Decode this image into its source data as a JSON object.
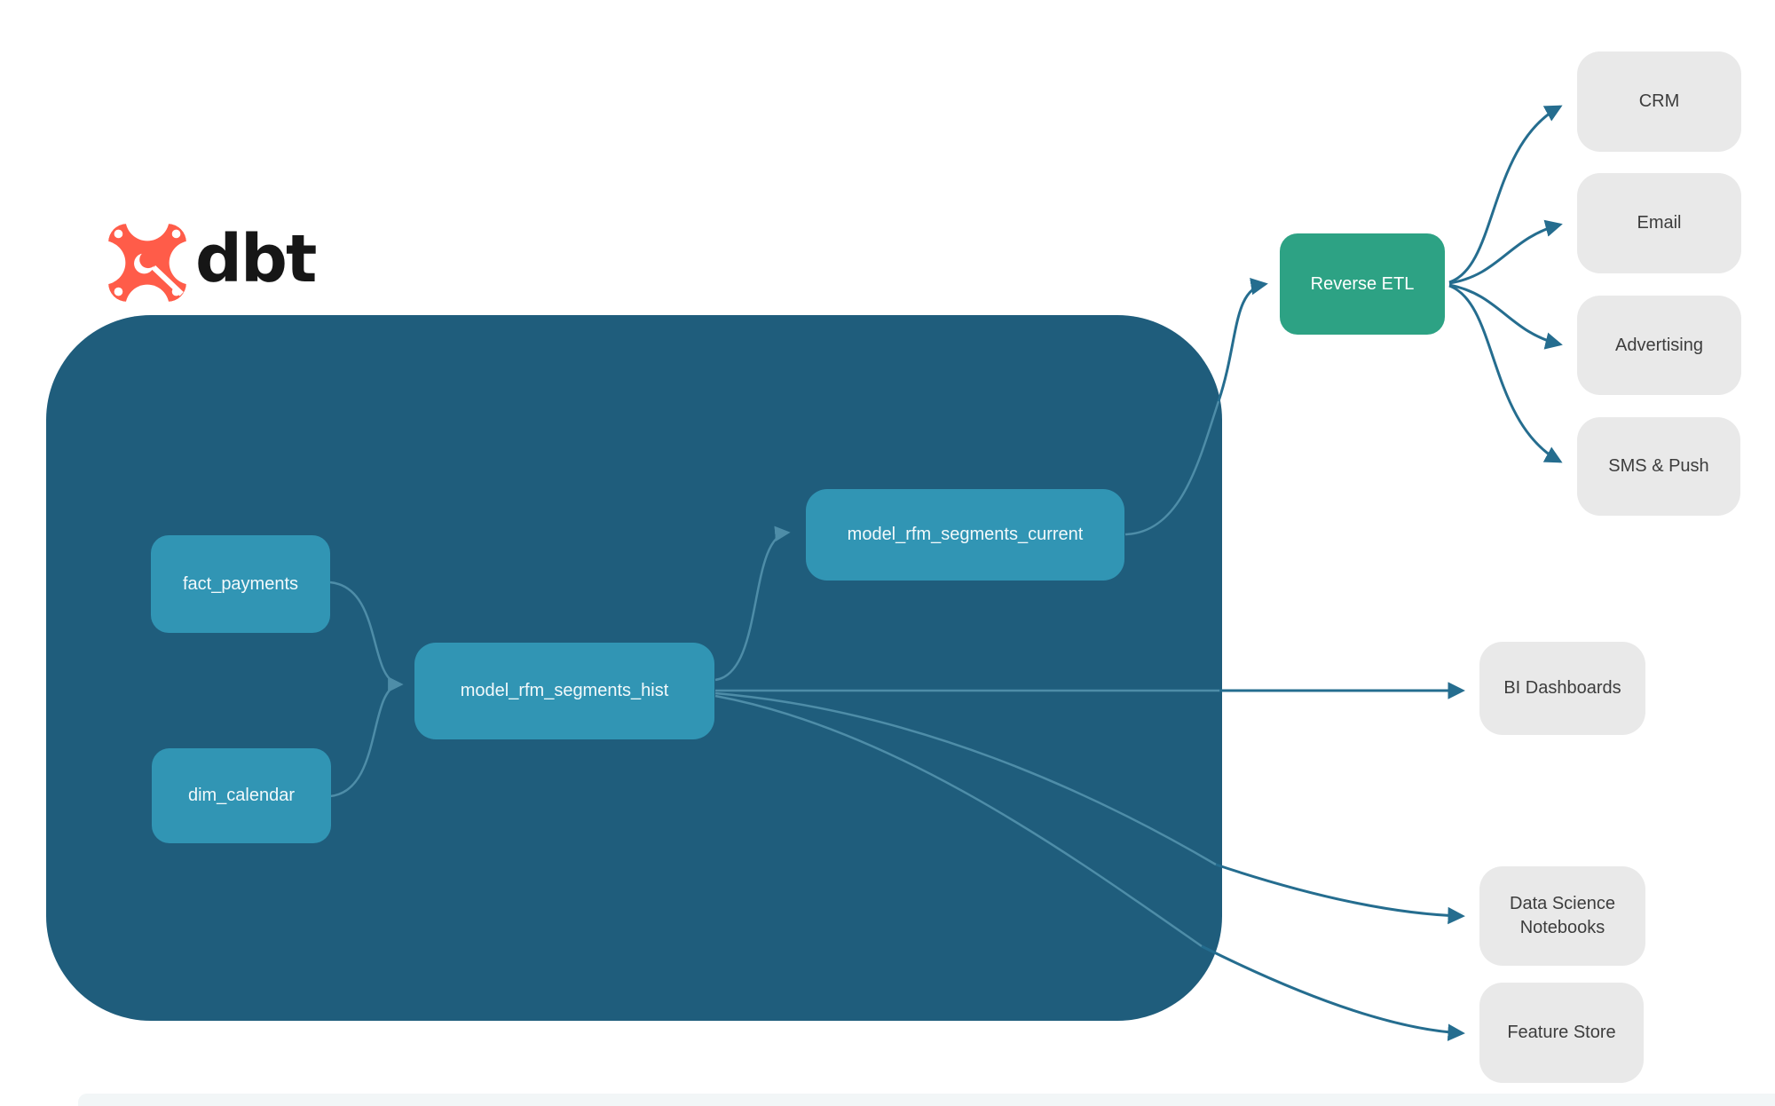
{
  "logo": {
    "brand": "dbt"
  },
  "pipeline": {
    "sources": [
      {
        "label": "fact_payments"
      },
      {
        "label": "dim_calendar"
      }
    ],
    "models": [
      {
        "label": "model_rfm_segments_hist"
      },
      {
        "label": "model_rfm_segments_current"
      }
    ],
    "sync": {
      "label": "Reverse ETL"
    },
    "activation_targets": [
      {
        "label": "CRM"
      },
      {
        "label": "Email"
      },
      {
        "label": "Advertising"
      },
      {
        "label": "SMS & Push"
      }
    ],
    "consumers": [
      {
        "label": "BI Dashboards"
      },
      {
        "label": "Data Science Notebooks"
      },
      {
        "label": "Feature Store"
      }
    ]
  },
  "colors": {
    "container": "#1f5d7c",
    "model_node": "#3195b4",
    "sync_node": "#2da284",
    "target_node": "#e9e9e9",
    "edge_inside": "#4e8da8",
    "edge_outside": "#256d8f",
    "logo_orange": "#ff5c49",
    "wordmark": "#161616"
  }
}
